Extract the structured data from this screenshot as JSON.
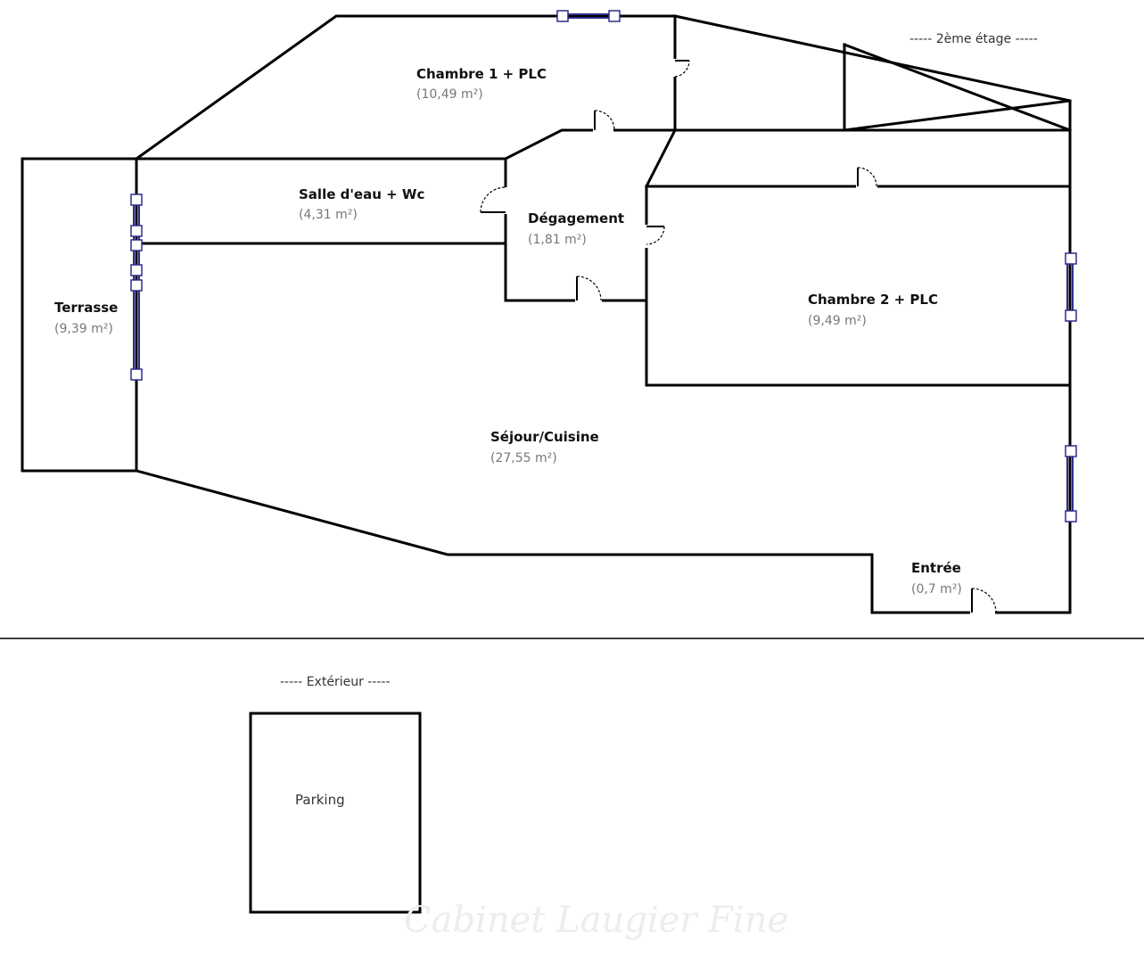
{
  "floors": {
    "upper": {
      "label": "-----  2ème étage  -----",
      "rooms": [
        {
          "id": "chambre1",
          "name": "Chambre 1 + PLC",
          "area": "(10,49 m²)"
        },
        {
          "id": "salle-eau",
          "name": "Salle d'eau + Wc",
          "area": "(4,31 m²)"
        },
        {
          "id": "degagement",
          "name": "Dégagement",
          "area": "(1,81 m²)"
        },
        {
          "id": "terrasse",
          "name": "Terrasse",
          "area": "(9,39 m²)"
        },
        {
          "id": "chambre2",
          "name": "Chambre 2 + PLC",
          "area": "(9,49 m²)"
        },
        {
          "id": "sejour",
          "name": "Séjour/Cuisine",
          "area": "(27,55 m²)"
        },
        {
          "id": "entree",
          "name": "Entrée",
          "area": "(0,7 m²)"
        }
      ]
    },
    "exterior": {
      "label": "-----  Extérieur  -----",
      "rooms": [
        {
          "id": "parking",
          "name": "Parking"
        }
      ]
    }
  },
  "watermark": "Cabinet Laugier Fine"
}
